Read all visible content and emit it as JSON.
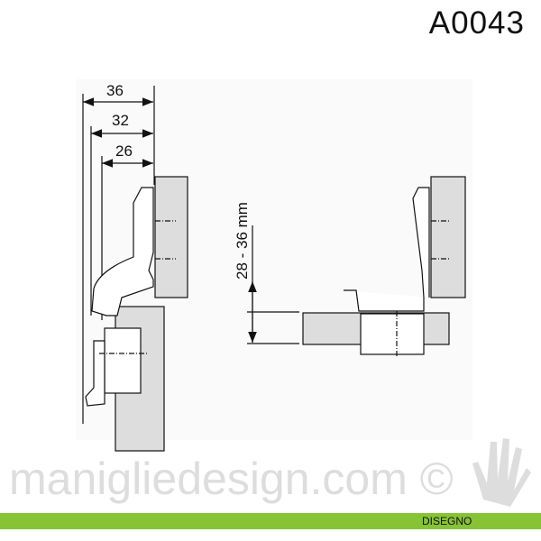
{
  "title": "A0043",
  "footer": {
    "label": "DISEGNO",
    "color": "#86c335"
  },
  "drawing": {
    "dimensions": [
      "36",
      "32",
      "26"
    ],
    "range_label": "28 - 36 mm"
  },
  "watermark": "manigliedesign.com ©"
}
